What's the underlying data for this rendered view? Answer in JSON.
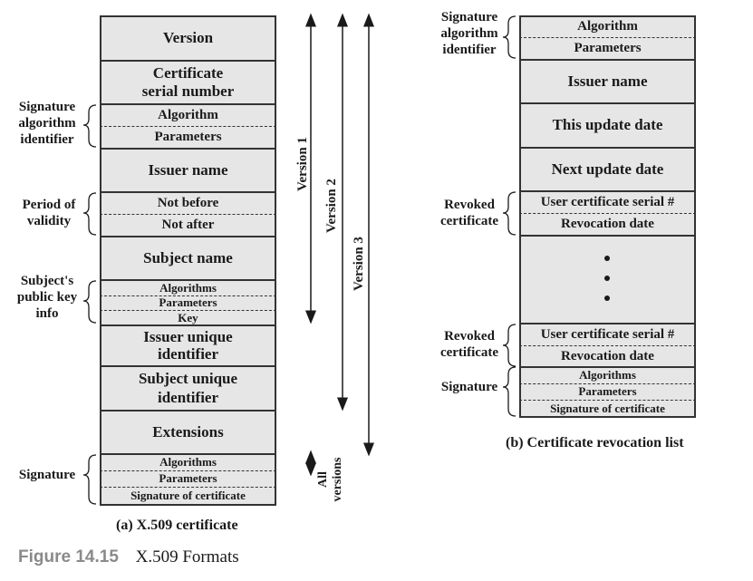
{
  "x509": {
    "version": "Version",
    "serial_line1": "Certificate",
    "serial_line2": "serial number",
    "algorithm": "Algorithm",
    "parameters": "Parameters",
    "issuer_name": "Issuer name",
    "not_before": "Not before",
    "not_after": "Not after",
    "subject_name": "Subject name",
    "algorithms": "Algorithms",
    "key_parameters": "Parameters",
    "key": "Key",
    "issuer_unique_line1": "Issuer unique",
    "issuer_unique_line2": "identifier",
    "subject_unique_line1": "Subject unique",
    "subject_unique_line2": "identifier",
    "extensions": "Extensions",
    "sig_algorithms": "Algorithms",
    "sig_parameters": "Parameters",
    "sig_of_cert": "Signature of certificate",
    "caption": "(a) X.509 certificate"
  },
  "x509_labels": {
    "sig_alg_id": [
      "Signature",
      "algorithm",
      "identifier"
    ],
    "validity": [
      "Period of",
      "validity"
    ],
    "pubkey": [
      "Subject's",
      "public key",
      "info"
    ],
    "signature": "Signature"
  },
  "versions": {
    "v1": "Version 1",
    "v2": "Version 2",
    "v3": "Version 3",
    "all_line1": "All",
    "all_line2": "versions"
  },
  "crl": {
    "algorithm": "Algorithm",
    "parameters": "Parameters",
    "issuer_name": "Issuer name",
    "this_update": "This update date",
    "next_update": "Next update date",
    "user_serial_1": "User certificate serial #",
    "revocation_date_1": "Revocation date",
    "user_serial_2": "User certificate serial #",
    "revocation_date_2": "Revocation date",
    "sig_algorithms": "Algorithms",
    "sig_parameters": "Parameters",
    "sig_of_cert": "Signature of certificate",
    "caption": "(b) Certificate revocation list"
  },
  "crl_labels": {
    "sig_alg_id": [
      "Signature",
      "algorithm",
      "identifier"
    ],
    "revoked_1": [
      "Revoked",
      "certificate"
    ],
    "revoked_2": [
      "Revoked",
      "certificate"
    ],
    "signature": "Signature"
  },
  "figure": {
    "number": "Figure 14.15",
    "title": "X.509 Formats"
  }
}
